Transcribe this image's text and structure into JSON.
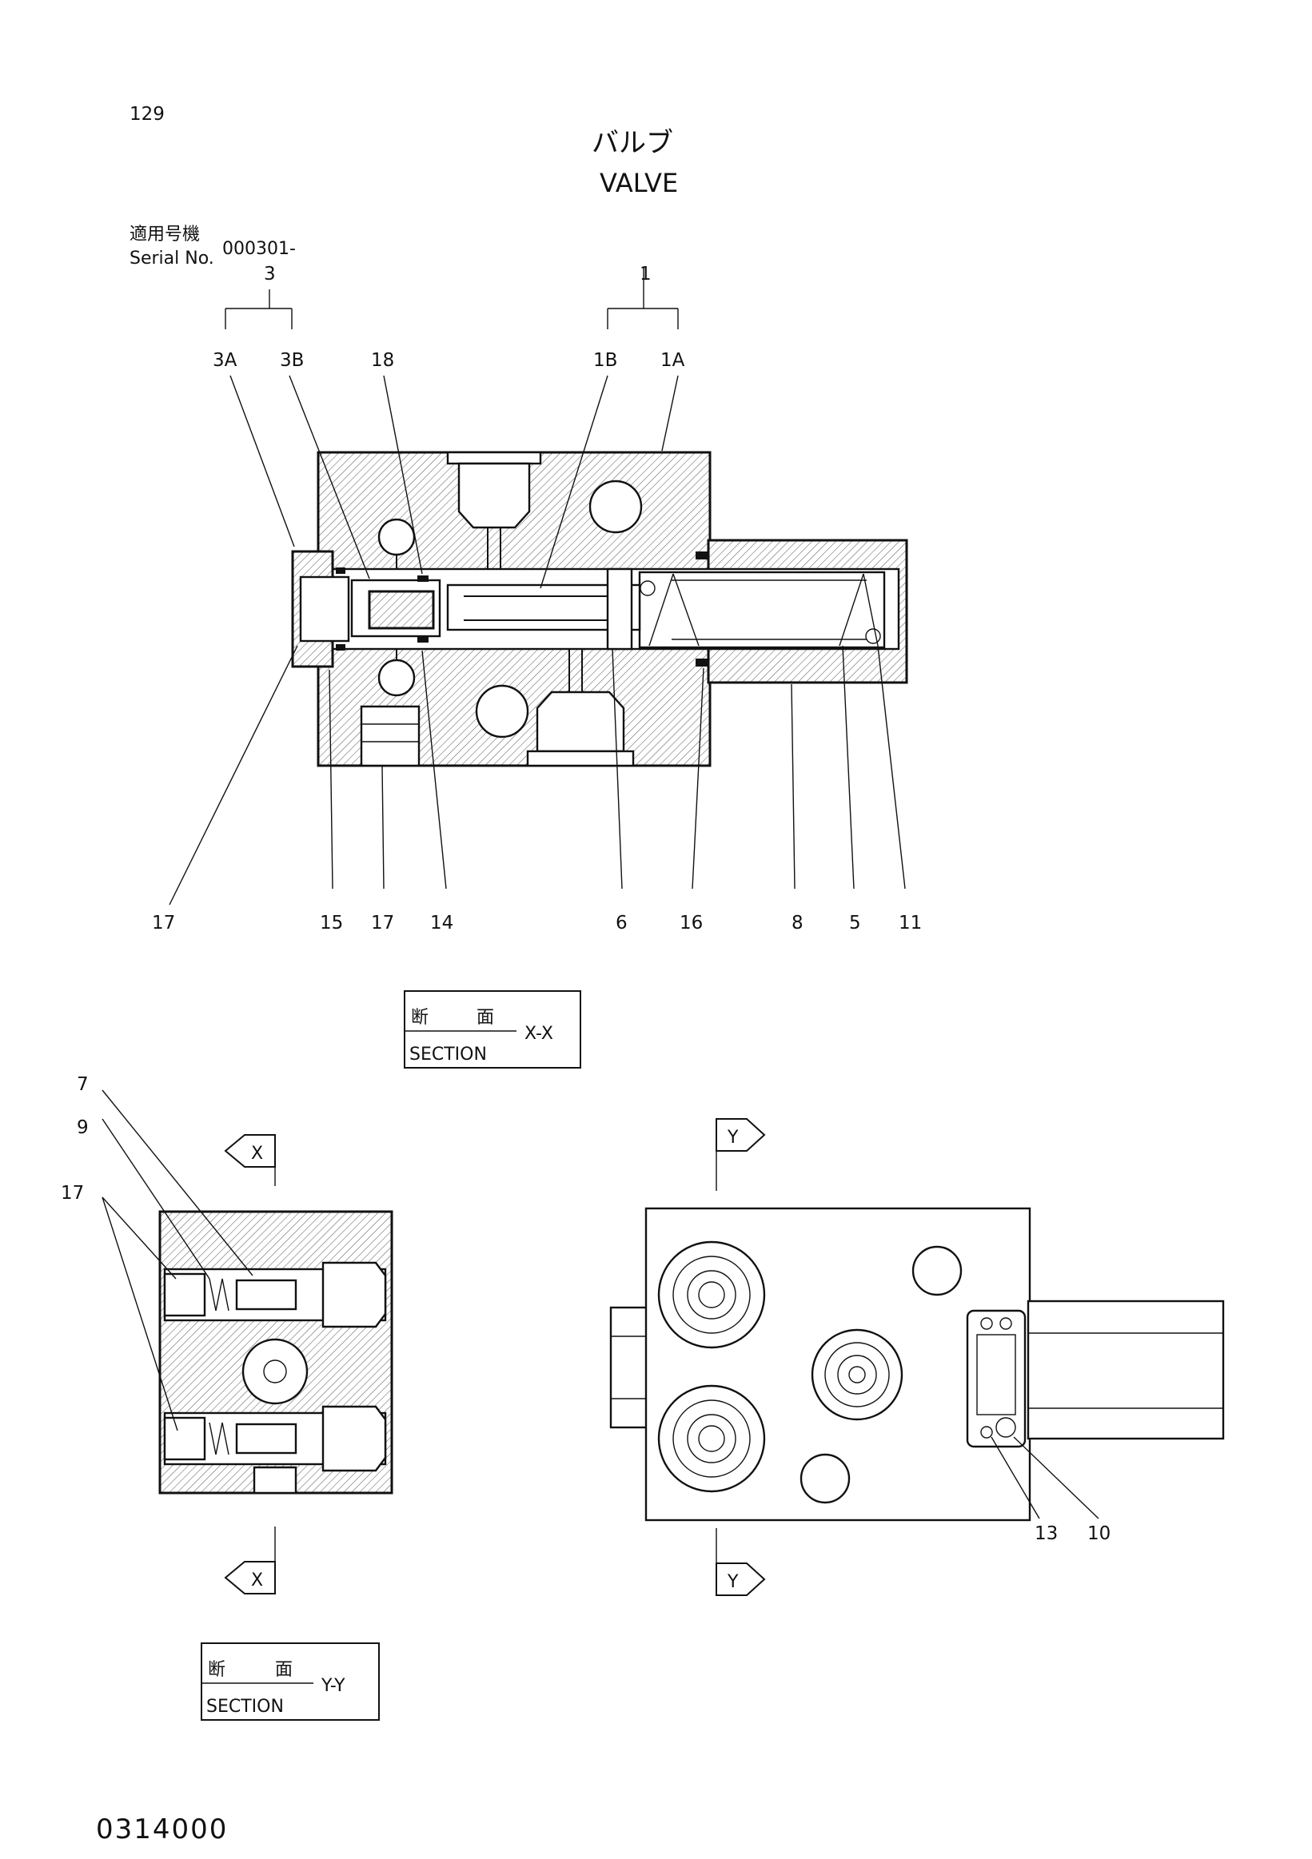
{
  "page_number": "129",
  "title_jp": "バルブ",
  "title_en": "VALVE",
  "serial": {
    "label_jp": "適用号機",
    "label_en": "Serial No.",
    "value": "000301-"
  },
  "section_xx": {
    "jp1": "断",
    "jp2": "面",
    "en": "SECTION",
    "id": "X-X"
  },
  "section_yy": {
    "jp1": "断",
    "jp2": "面",
    "en": "SECTION",
    "id": "Y-Y"
  },
  "arrows": {
    "x_top": "X",
    "x_bottom": "X",
    "y_top": "Y",
    "y_bottom": "Y"
  },
  "callouts_top": {
    "g3": "3",
    "g3a": "3A",
    "g3b": "3B",
    "p18": "18",
    "g1": "1",
    "g1b": "1B",
    "g1a": "1A"
  },
  "callouts_bottom": [
    "17",
    "15",
    "17",
    "14",
    "6",
    "16",
    "8",
    "5",
    "11"
  ],
  "callouts_xsec": {
    "p7": "7",
    "p9": "9",
    "p17": "17"
  },
  "callouts_yview": {
    "p13": "13",
    "p10": "10"
  },
  "drawing_code": "0314000"
}
